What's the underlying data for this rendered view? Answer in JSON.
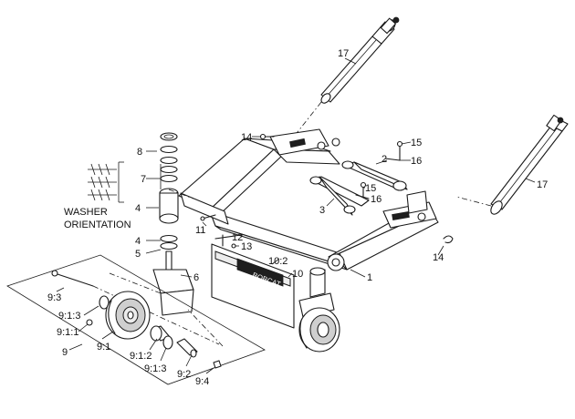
{
  "callouts": {
    "c17a": "17",
    "c17b": "17",
    "c14a": "14",
    "c14b": "14",
    "c15a": "15",
    "c15b": "15",
    "c16a": "16",
    "c16b": "16",
    "c2": "2",
    "c3": "3",
    "c8": "8",
    "c7": "7",
    "c4a": "4",
    "c4b": "4",
    "c5": "5",
    "c6": "6",
    "c11": "11",
    "c12": "12",
    "c13": "13",
    "c10_2": "10:2",
    "c10": "10",
    "c1": "1",
    "c9_3": "9:3",
    "c9_1_3a": "9:1:3",
    "c9_1_1": "9:1:1",
    "c9": "9",
    "c9_1": "9:1",
    "c9_1_2": "9:1:2",
    "c9_1_3b": "9:1:3",
    "c9_2": "9:2",
    "c9_4": "9:4"
  },
  "washer_note": {
    "line1": "WASHER",
    "line2": "ORIENTATION"
  },
  "decal_text": "BOBCAT"
}
